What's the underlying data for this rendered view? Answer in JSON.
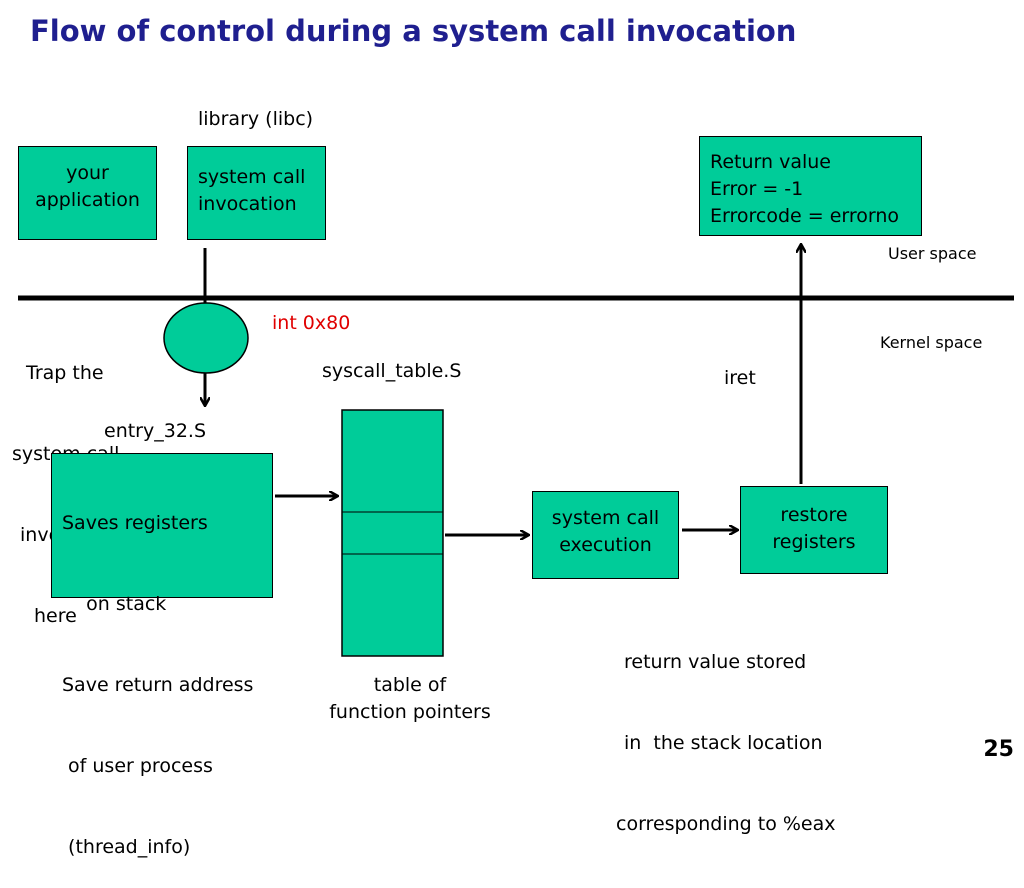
{
  "slide": {
    "title": "Flow of control during a system call invocation",
    "page_number": "25"
  },
  "labels": {
    "library": "library (libc)",
    "user_space": "User space",
    "kernel_space": "Kernel space",
    "trap_line1": "Trap the",
    "trap_line2": "system call",
    "trap_line3": "invocation",
    "trap_line4": "here",
    "int_0x80": "int 0x80",
    "entry": "entry_32.S",
    "syscall_table": "syscall_table.S",
    "iret": "iret",
    "table_line1": "table of",
    "table_line2": "function pointers",
    "retval_line1": "return value stored",
    "retval_line2": "in  the stack location",
    "retval_line3": "corresponding to %eax"
  },
  "boxes": {
    "app_line1": "your",
    "app_line2": "application",
    "syscall_inv_line1": "system call",
    "syscall_inv_line2": "invocation",
    "return_line1": "Return value",
    "return_line2": "Error = -1",
    "return_line3": "Errorcode = errorno",
    "saves_line1": "Saves registers",
    "saves_line2": "    on stack",
    "saves_line3": "Save return address",
    "saves_line4": " of user process",
    "saves_line5": " (thread_info)",
    "exec_line1": "system call",
    "exec_line2": "execution",
    "restore_line1": "restore",
    "restore_line2": "registers"
  },
  "colors": {
    "box_fill": "#00cc99",
    "title": "#1f1f8f",
    "highlight": "#e00000"
  }
}
